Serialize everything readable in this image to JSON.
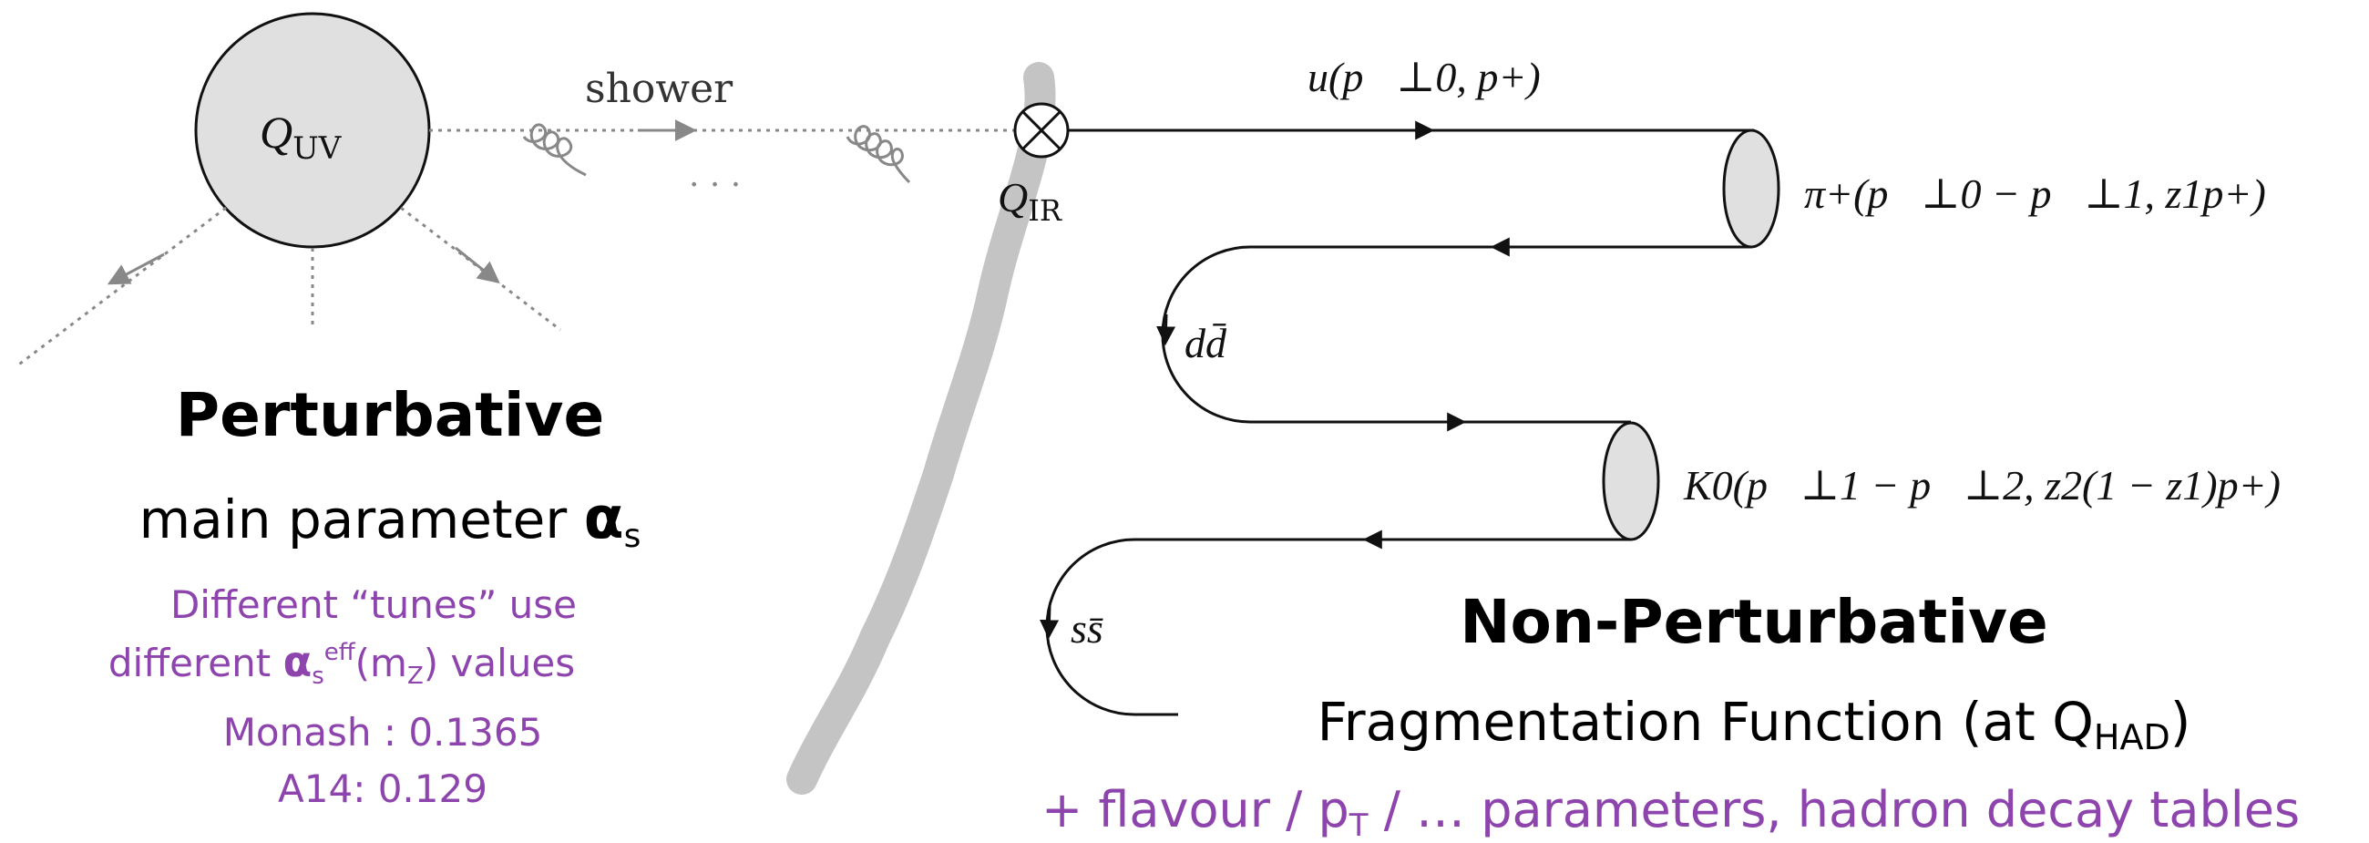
{
  "colors": {
    "accent_purple": "#8e44ad",
    "line_dark": "#111111",
    "blob_fill": "#e0e0e0",
    "grey_band": "#c4c4c4",
    "dotted_line": "#888888"
  },
  "left": {
    "blob_label": "Q",
    "blob_label_sub": "UV",
    "shower_label": "shower",
    "ellipsis": "· · ·",
    "qir_label": "Q",
    "qir_label_sub": "IR",
    "vertex_icon": "circled-cross-icon",
    "heading": "Perturbative",
    "param_prefix": "main parameter ",
    "param_symbol": "α",
    "param_sub": "s",
    "tunes_line1": "Different “tunes” use",
    "tunes_line2_prefix": "different ",
    "tunes_line2_alpha": "α",
    "tunes_line2_sub": "s",
    "tunes_line2_sup": "eff",
    "tunes_line2_m": "(m",
    "tunes_line2_msub": "Z",
    "tunes_line2_suffix": ") values",
    "tune_monash": "Monash : 0.1365",
    "tune_a14": "A14: 0.129"
  },
  "right": {
    "quark_label": "u(p⃗⊥0, p+)",
    "pion_label": "π+(p⃗⊥0 − p⃗⊥1, z1p+)",
    "ddbar_label": "dd̄",
    "kaon_label": "K0(p⃗⊥1 − p⃗⊥2, z2(1 − z1)p+)",
    "ssbar_label": "ss̄",
    "heading": "Non-Perturbative",
    "ff_prefix": "Fragmentation Function (at Q",
    "ff_sub": "HAD",
    "ff_suffix": ")",
    "footer_prefix": "+ flavour / p",
    "footer_sub": "T",
    "footer_suffix": " / … parameters, hadron decay tables"
  }
}
